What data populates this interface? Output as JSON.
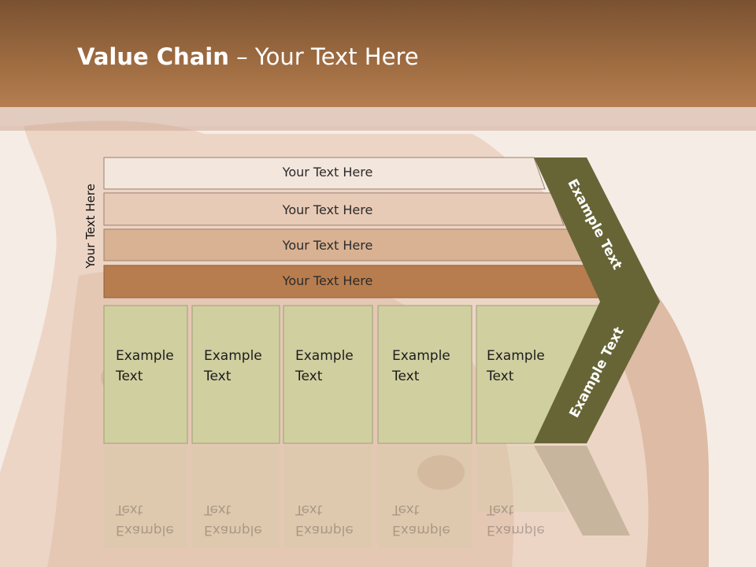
{
  "title": {
    "bold": "Value Chain",
    "rest": " – Your Text Here"
  },
  "side_label": "Your Text Here",
  "bars": [
    "Your Text Here",
    "Your Text Here",
    "Your Text Here",
    "Your Text Here"
  ],
  "boxes": [
    "Example Text",
    "Example Text",
    "Example Text",
    "Example Text",
    "Example Text"
  ],
  "chevron": {
    "upper": "Example Text",
    "lower": "Example Text"
  },
  "colors": {
    "header": "#9c6a40",
    "bar1": "#f3e6dd",
    "bar2": "#e8cbb6",
    "bar3": "#d8b292",
    "bar4": "#b87d4e",
    "box": "#d0cfa0",
    "chevron": "#676536"
  }
}
